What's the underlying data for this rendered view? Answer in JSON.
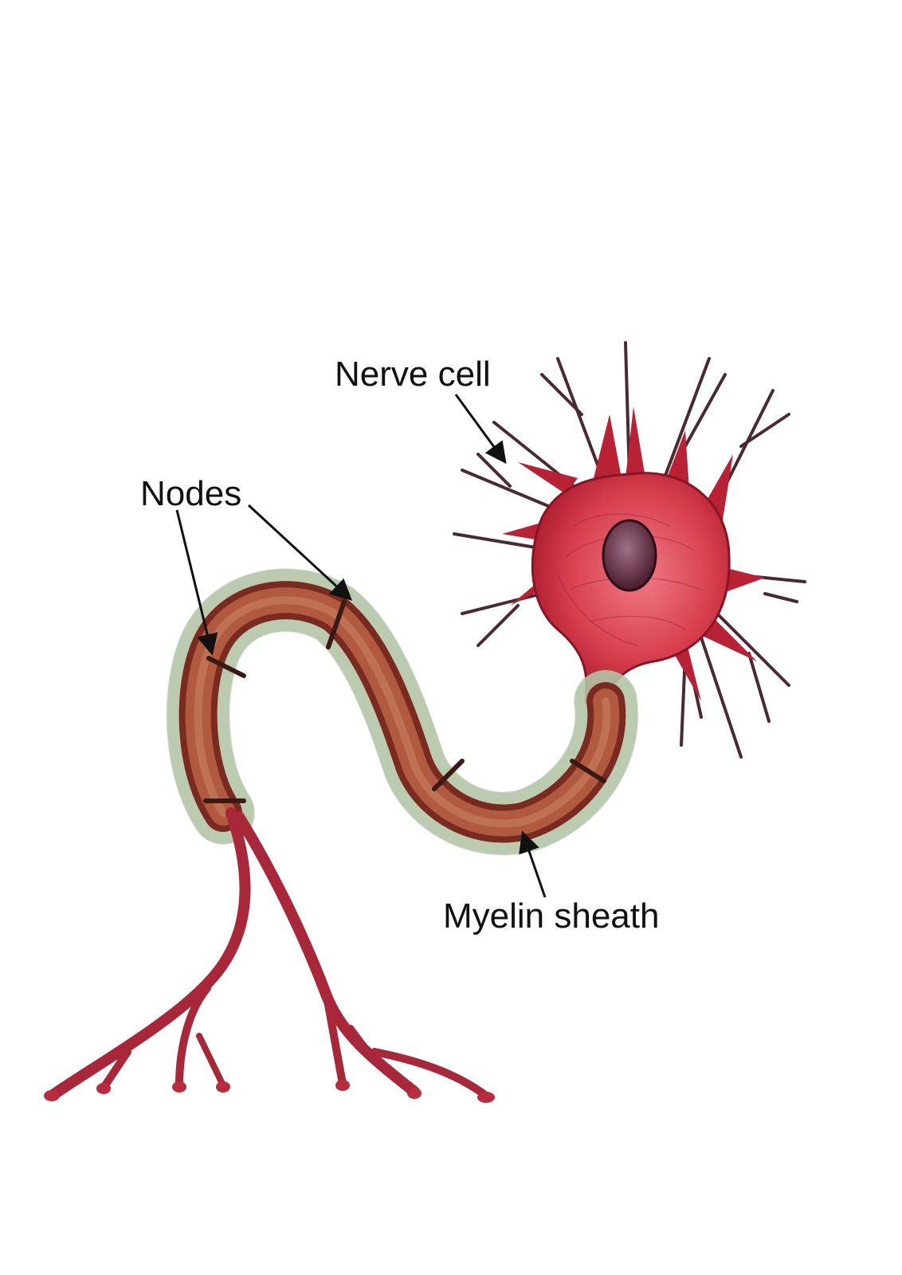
{
  "diagram": {
    "labels": {
      "nerve_cell": "Nerve cell",
      "nodes": "Nodes",
      "myelin_sheath": "Myelin sheath"
    },
    "colors": {
      "cell_body": "#c8283c",
      "cell_body_light": "#e45a6a",
      "nucleus": "#5a2a3a",
      "axon": "#9c3a2c",
      "myelin": "#cfe3bf",
      "dendrite_tip": "#3a3034",
      "arrow": "#111111"
    }
  }
}
